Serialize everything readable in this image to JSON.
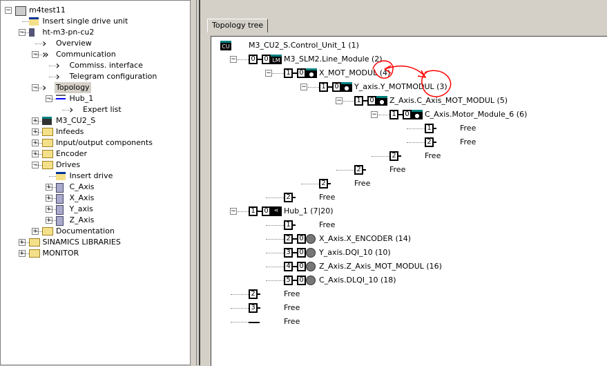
{
  "navigator": {
    "items": [
      {
        "label": "m4test11",
        "icon": "project-icon",
        "expander": "minus",
        "depth": 0
      },
      {
        "label": "Insert single drive unit",
        "icon": "insert-icon",
        "depth": 1
      },
      {
        "label": "ht-m3-pn-cu2",
        "icon": "drive-unit-icon",
        "expander": "minus",
        "depth": 1
      },
      {
        "label": "Overview",
        "icon": "chevron-icon",
        "depth": 2
      },
      {
        "label": "Communication",
        "icon": "double-chevron-icon",
        "expander": "minus",
        "depth": 2
      },
      {
        "label": "Commiss. interface",
        "icon": "chevron-icon",
        "depth": 3
      },
      {
        "label": "Telegram configuration",
        "icon": "chevron-icon",
        "depth": 3
      },
      {
        "label": "Topology",
        "icon": "chevron-icon",
        "expander": "minus",
        "depth": 2,
        "selected": true
      },
      {
        "label": "Hub_1",
        "icon": "hub-icon",
        "expander": "minus",
        "depth": 3
      },
      {
        "label": "Expert list",
        "icon": "chevron-icon",
        "depth": 4
      },
      {
        "label": "M3_CU2_S",
        "icon": "control-unit-icon",
        "expander": "plus",
        "depth": 2
      },
      {
        "label": "Infeeds",
        "icon": "folder-icon",
        "expander": "plus",
        "depth": 2
      },
      {
        "label": "Input/output components",
        "icon": "folder-icon",
        "expander": "plus",
        "depth": 2
      },
      {
        "label": "Encoder",
        "icon": "folder-icon",
        "expander": "plus",
        "depth": 2
      },
      {
        "label": "Drives",
        "icon": "folder-icon",
        "expander": "minus",
        "depth": 2
      },
      {
        "label": "Insert drive",
        "icon": "insert-icon",
        "depth": 3
      },
      {
        "label": "C_Axis",
        "icon": "axis-icon",
        "expander": "plus",
        "depth": 3
      },
      {
        "label": "X_Axis",
        "icon": "axis-icon",
        "expander": "plus",
        "depth": 3
      },
      {
        "label": "Y_axis",
        "icon": "axis-icon",
        "expander": "plus",
        "depth": 3
      },
      {
        "label": "Z_Axis",
        "icon": "axis-icon",
        "expander": "plus",
        "depth": 3
      },
      {
        "label": "Documentation",
        "icon": "folder-icon",
        "expander": "plus",
        "depth": 2
      },
      {
        "label": "SINAMICS LIBRARIES",
        "icon": "folder-icon",
        "expander": "plus",
        "depth": 1
      },
      {
        "label": "MONITOR",
        "icon": "folder-icon",
        "expander": "plus",
        "depth": 1
      }
    ]
  },
  "tab": {
    "label": "Topology tree"
  },
  "topology": {
    "rows": [
      {
        "label": "M3_CU2_S.Control_Unit_1 (1)",
        "depth": 0,
        "kind": "cu",
        "ports": []
      },
      {
        "label": "M3_SLM2.Line_Module (2)",
        "depth": 1,
        "kind": "lm",
        "ports": [
          "0",
          "0"
        ],
        "expander": true,
        "module": "LM"
      },
      {
        "label": "X_MOT_MODUL (4)",
        "depth": 2,
        "kind": "mm",
        "ports": [
          "1",
          "0"
        ],
        "expander": true
      },
      {
        "label": "Y_axis.Y_MOTMODUL (3)",
        "depth": 3,
        "kind": "mm",
        "ports": [
          "1",
          "0"
        ],
        "expander": true
      },
      {
        "label": "Z_Axis.C_Axis_MOT_MODUL (5)",
        "depth": 4,
        "kind": "mm",
        "ports": [
          "1",
          "0"
        ],
        "expander": true
      },
      {
        "label": "C_Axis.Motor_Module_6 (6)",
        "depth": 5,
        "kind": "mm",
        "ports": [
          "1",
          "0"
        ],
        "expander": true
      },
      {
        "label": "Free",
        "depth": 6,
        "kind": "free",
        "ports": [
          "1"
        ]
      },
      {
        "label": "Free",
        "depth": 6,
        "kind": "free",
        "ports": [
          "2"
        ]
      },
      {
        "label": "Free",
        "depth": 5,
        "kind": "free",
        "ports": [
          "2"
        ]
      },
      {
        "label": "Free",
        "depth": 4,
        "kind": "free",
        "ports": [
          "2"
        ]
      },
      {
        "label": "Free",
        "depth": 3,
        "kind": "free",
        "ports": [
          "2"
        ]
      },
      {
        "label": "Free",
        "depth": 2,
        "kind": "free",
        "ports": [
          "2"
        ]
      },
      {
        "label": "Hub_1 (7|20)",
        "depth": 1,
        "kind": "hub",
        "ports": [
          "1",
          "0"
        ],
        "expander": true
      },
      {
        "label": "Free",
        "depth": 2,
        "kind": "free",
        "ports": [
          "1"
        ]
      },
      {
        "label": "X_Axis.X_ENCODER (14)",
        "depth": 2,
        "kind": "enc",
        "ports": [
          "2",
          "0"
        ]
      },
      {
        "label": "Y_axis.DQI_10 (10)",
        "depth": 2,
        "kind": "enc",
        "ports": [
          "3",
          "0"
        ]
      },
      {
        "label": "Z_Axis.Z_Axis_MOT_MODUL (16)",
        "depth": 2,
        "kind": "enc",
        "ports": [
          "4",
          "0"
        ]
      },
      {
        "label": "C_Axis.DLQI_10 (18)",
        "depth": 2,
        "kind": "enc",
        "ports": [
          "5",
          "0"
        ]
      },
      {
        "label": "Free",
        "depth": 1,
        "kind": "free",
        "ports": [
          "2"
        ]
      },
      {
        "label": "Free",
        "depth": 1,
        "kind": "free",
        "ports": [
          "3"
        ]
      },
      {
        "label": "Free",
        "depth": 1,
        "kind": "line",
        "ports": []
      }
    ]
  },
  "colors": {
    "module_accent": "#00807f",
    "annotation": "#ff0000",
    "selection": "#d4d0c8"
  }
}
